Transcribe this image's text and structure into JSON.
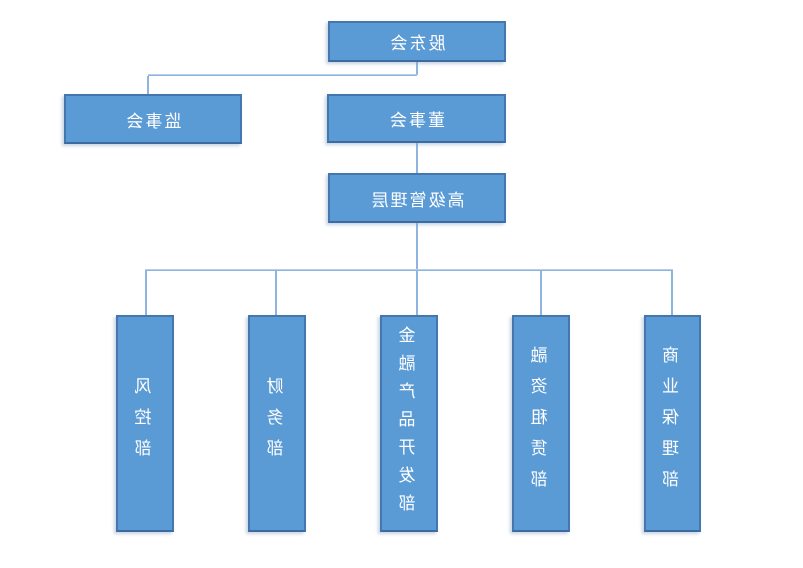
{
  "diagram": {
    "type": "org-chart",
    "root": {
      "label": "股东会"
    },
    "level2": {
      "board": {
        "label": "董事会"
      },
      "supervisory": {
        "label": "监事会"
      }
    },
    "level3": {
      "label": "高级管理层"
    },
    "departments": [
      {
        "label": "风控部"
      },
      {
        "label": "财务部"
      },
      {
        "label": "金融产品开发部"
      },
      {
        "label": "融资租赁部"
      },
      {
        "label": "商业保理部"
      }
    ],
    "edges": [
      {
        "from": "股东会",
        "to": "监事会"
      },
      {
        "from": "股东会",
        "to": "董事会"
      },
      {
        "from": "董事会",
        "to": "高级管理层"
      },
      {
        "from": "高级管理层",
        "to": "风控部"
      },
      {
        "from": "高级管理层",
        "to": "财务部"
      },
      {
        "from": "高级管理层",
        "to": "金融产品开发部"
      },
      {
        "from": "高级管理层",
        "to": "融资租赁部"
      },
      {
        "from": "高级管理层",
        "to": "商业保理部"
      }
    ]
  },
  "colors": {
    "node_fill": "#5B9BD5",
    "node_border": "#4377AD",
    "connector": "#8FB4E0",
    "text": "#FFFFFF",
    "background": "#FFFFFF"
  }
}
